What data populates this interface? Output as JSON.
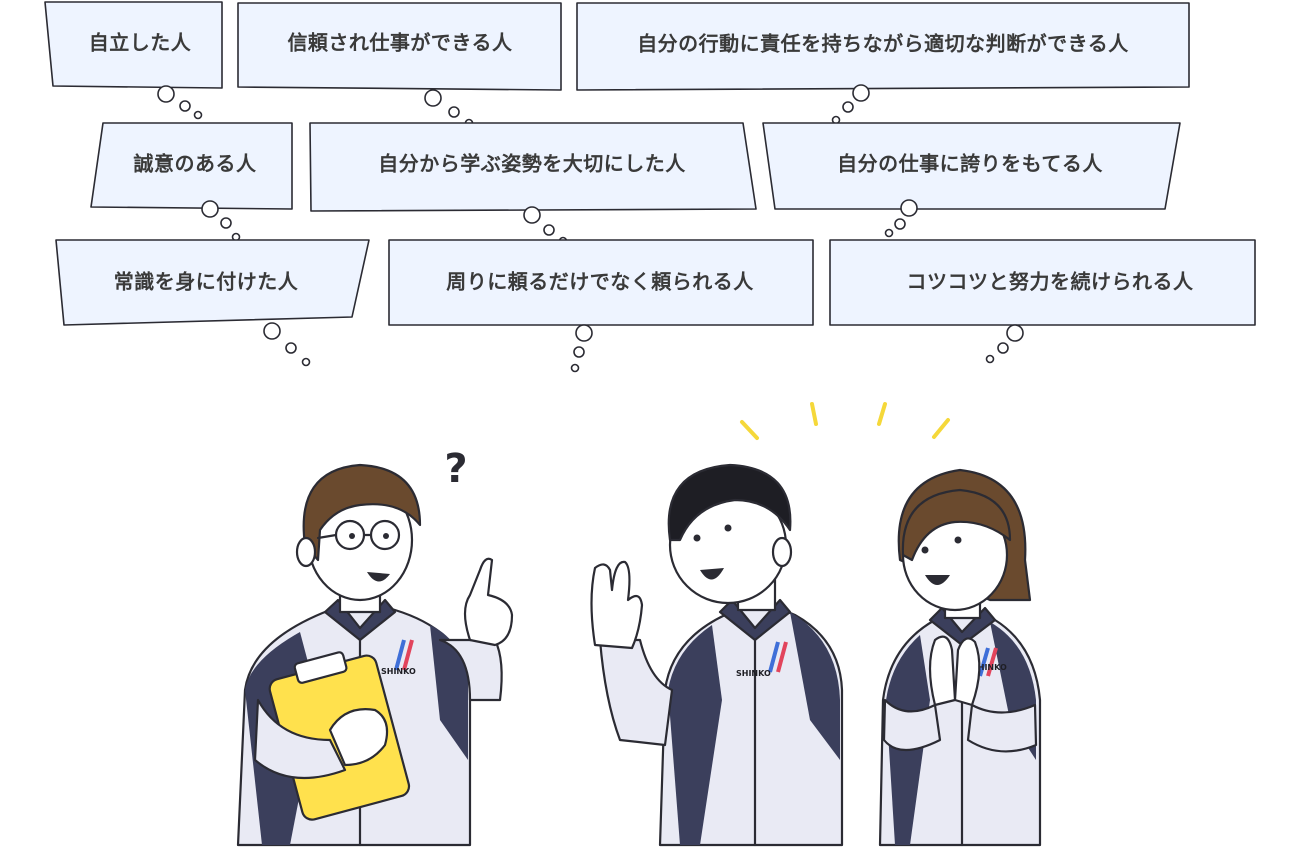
{
  "bubbles": [
    {
      "text": "自立した人"
    },
    {
      "text": "信頼され仕事ができる人"
    },
    {
      "text": "自分の行動に責任を持ちながら適切な判断ができる人"
    },
    {
      "text": "誠意のある人"
    },
    {
      "text": "自分から学ぶ姿勢を大切にした人"
    },
    {
      "text": "自分の仕事に誇りをもてる人"
    },
    {
      "text": "常識を身に付けた人"
    },
    {
      "text": "周りに頼るだけでなく頼られる人"
    },
    {
      "text": "コツコツと努力を続けられる人"
    }
  ],
  "question_mark": "?",
  "badge_text": "SHINKO",
  "colors": {
    "bubble_fill": "#eef4ff",
    "outline": "#2b2b33",
    "uniform": "#e9eaf4",
    "uniform_dark": "#3b3f5c",
    "clipboard": "#ffe14d",
    "sparkle": "#f5d83a",
    "stripe_red": "#e2445c",
    "stripe_blue": "#3f6fd8"
  }
}
